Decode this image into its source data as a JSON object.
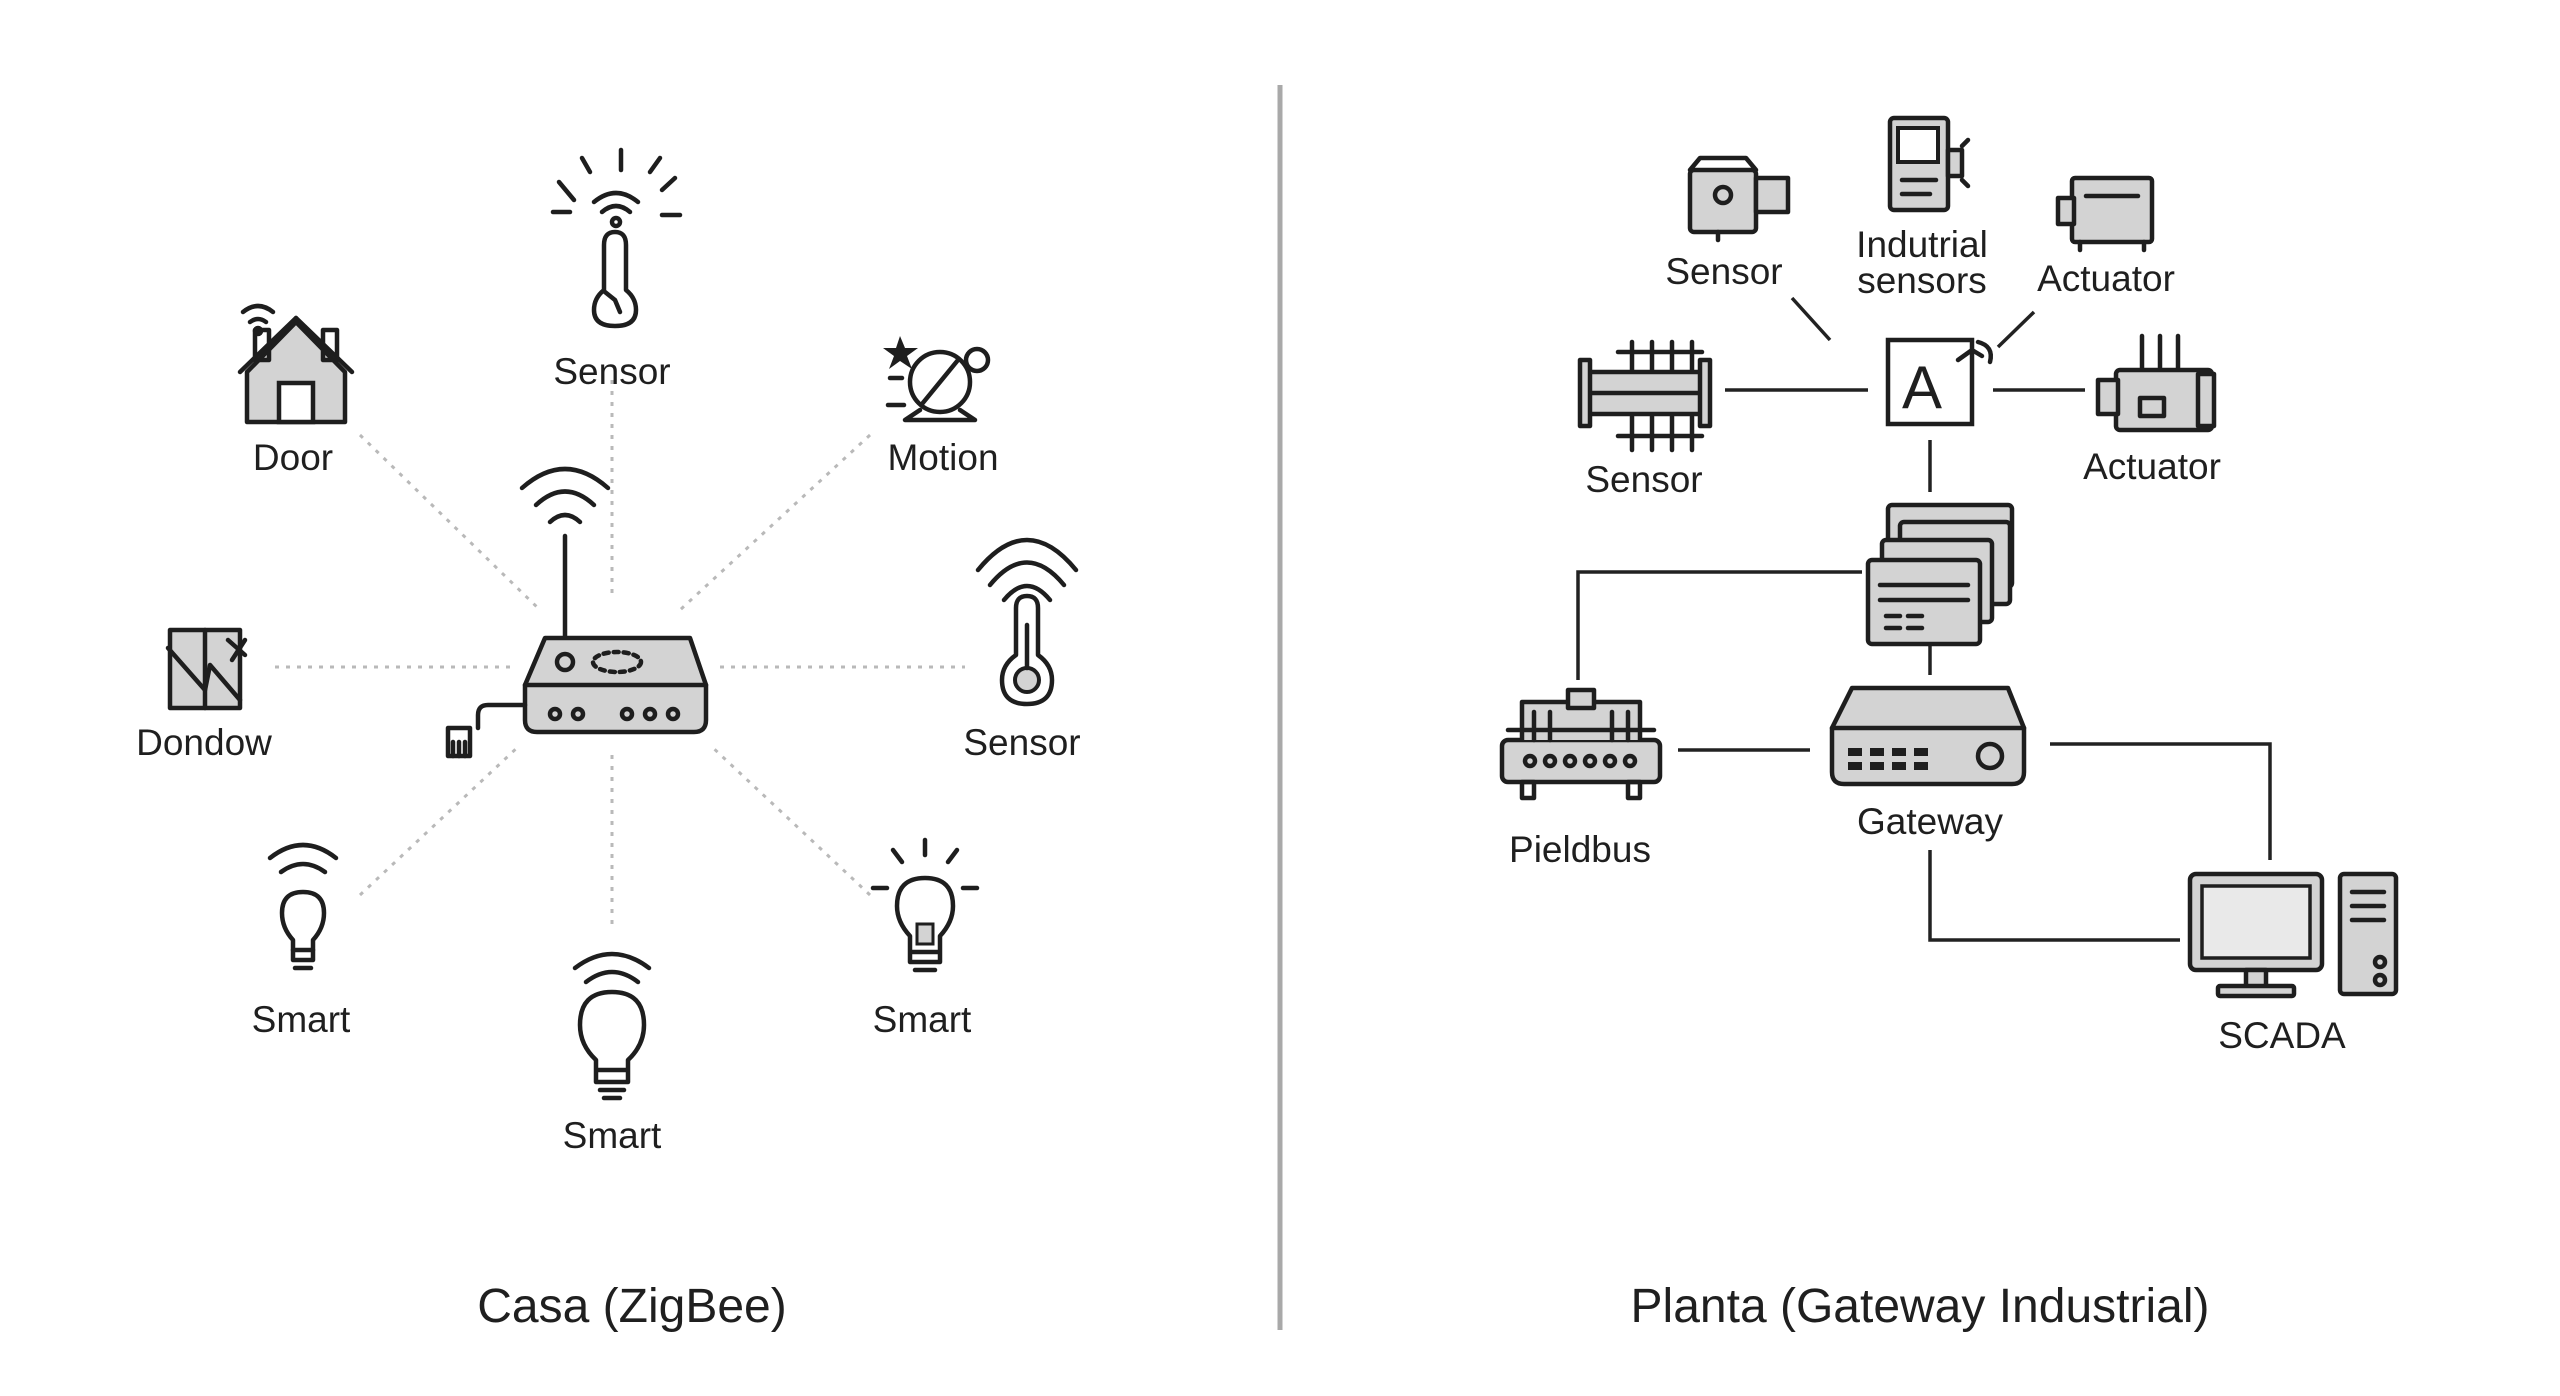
{
  "home_network": {
    "caption": "Casa (ZigBee)",
    "labels": {
      "sensor_top": "Sensor",
      "door": "Door",
      "motion": "Motion",
      "window": "Dondow",
      "sensor_right": "Sensor",
      "smart_left": "Smart",
      "smart_bottom": "Smart",
      "smart_right": "Smart"
    },
    "hub_icon": "zigbee-hub-router-icon"
  },
  "industrial_network": {
    "caption": "Planta (Gateway Industrial)",
    "labels": {
      "sensor_camera": "Sensor",
      "industrial_sensors_line1": "Indutrial",
      "industrial_sensors_line2": "sensors",
      "actuator_top": "Actuator",
      "sensor_manifold": "Sensor",
      "actuator_right": "Actuator",
      "fieldbus": "Pieldbus",
      "gateway": "Gateway",
      "scada": "SCADA"
    },
    "controller_letter": "A"
  },
  "colors": {
    "stroke": "#1e1e1e",
    "fill": "#d3d3d3",
    "divider": "#a9a9a9",
    "dotted_link": "#b9b9b9"
  }
}
